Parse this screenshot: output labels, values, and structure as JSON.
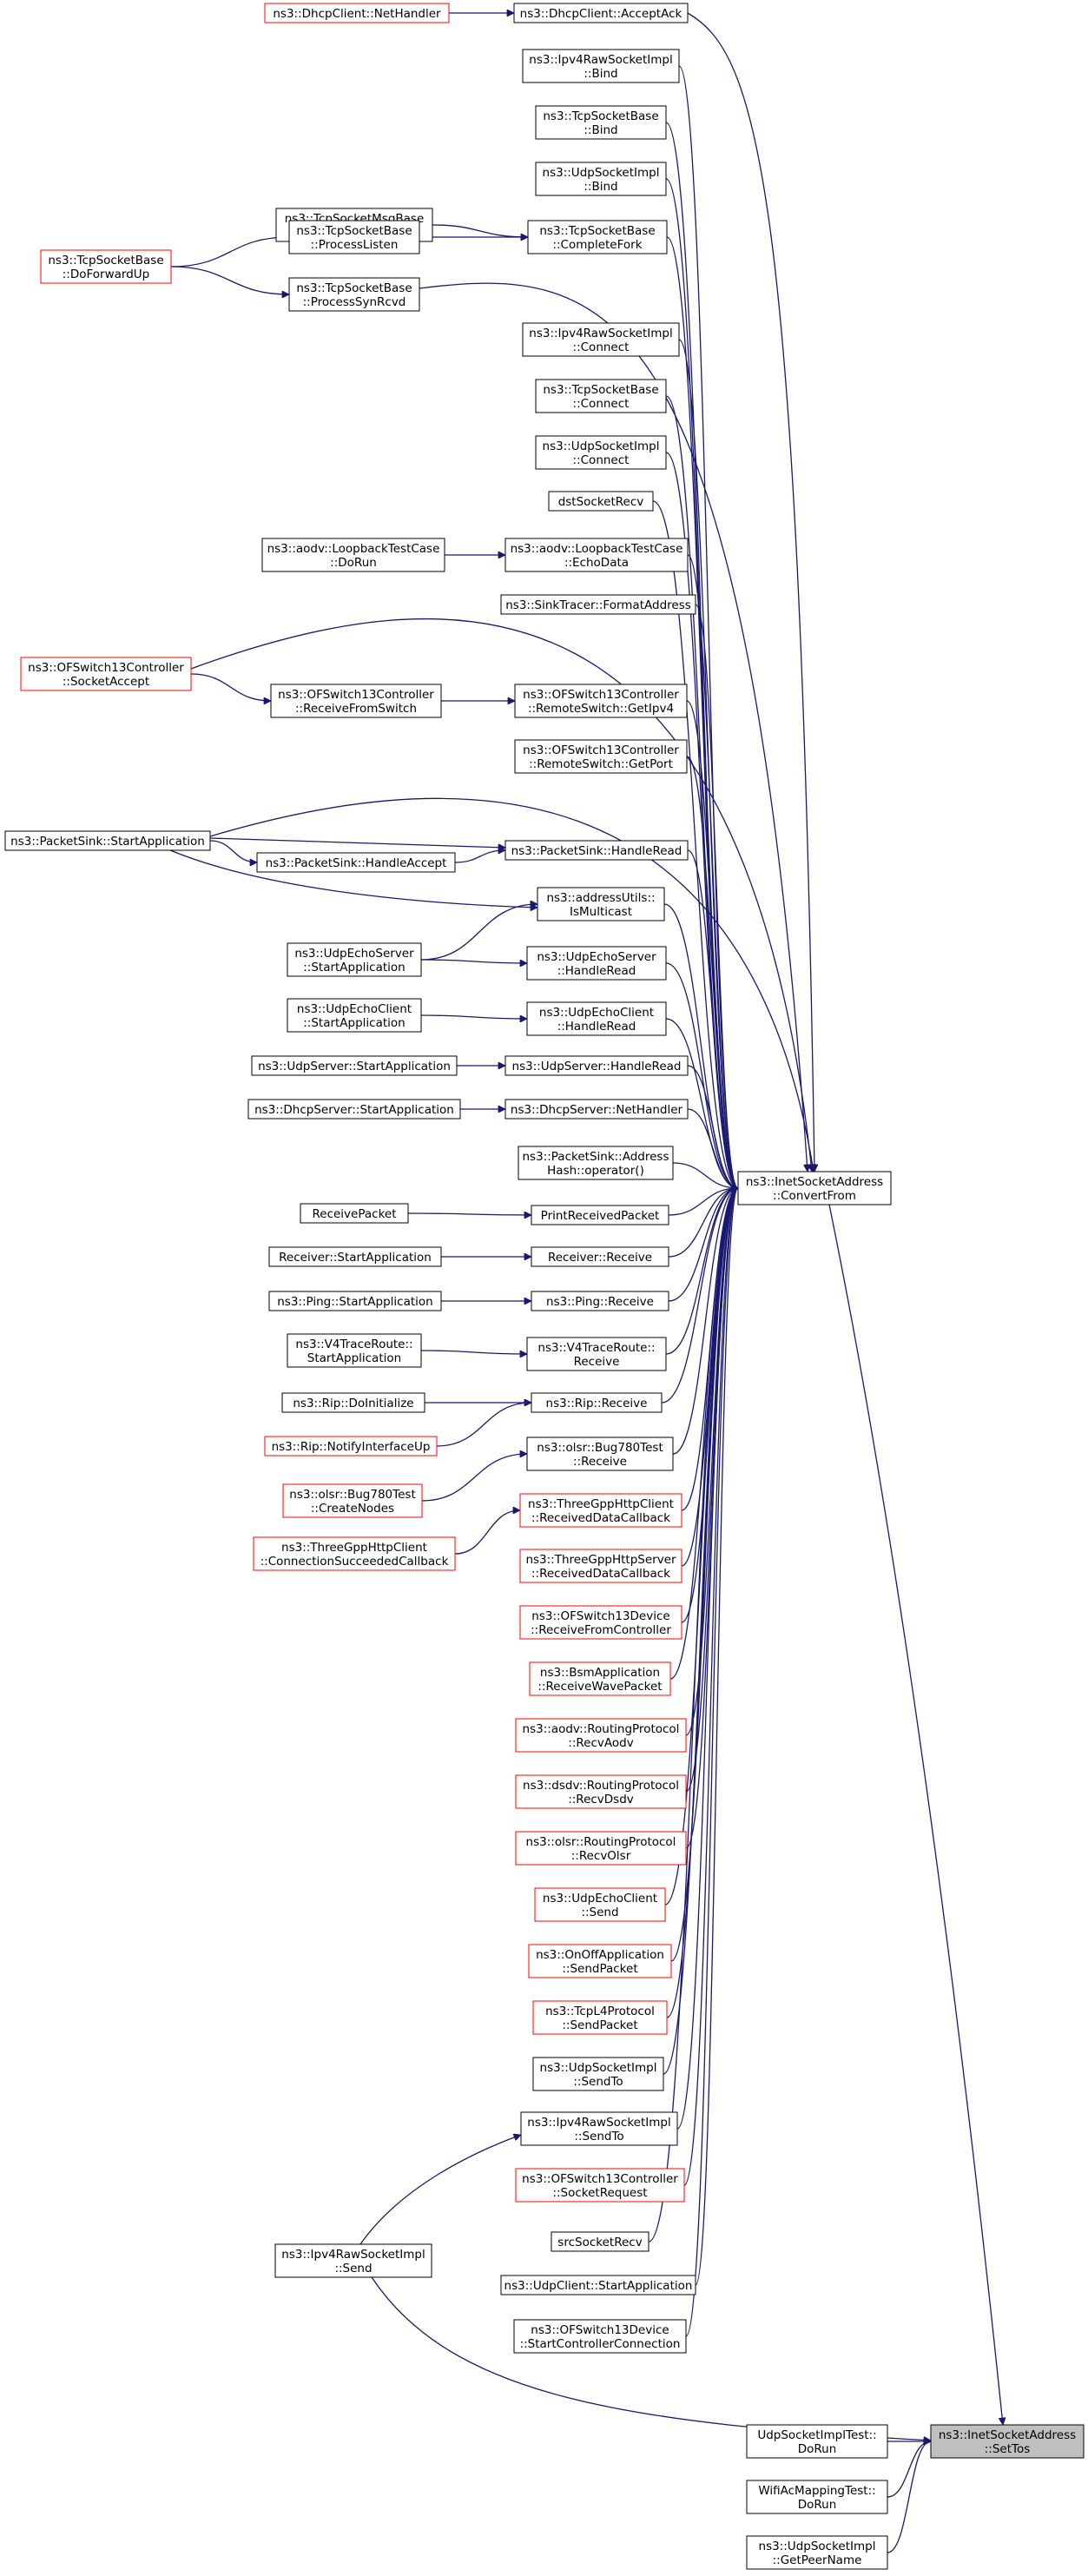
{
  "colors": {
    "edge": "#191970",
    "border": "#000000",
    "highlight_border": "#ff0000",
    "target_fill": "#bfbfbf"
  },
  "nodes": [
    {
      "id": "n1",
      "lines": [
        "ns3::DhcpClient::NetHandler"
      ],
      "style": "red"
    },
    {
      "id": "n2",
      "lines": [
        "ns3::DhcpClient::AcceptAck"
      ]
    },
    {
      "id": "n3",
      "lines": [
        "ns3::Ipv4RawSocketImpl",
        "::Bind"
      ]
    },
    {
      "id": "n4",
      "lines": [
        "ns3::TcpSocketBase",
        "::Bind"
      ]
    },
    {
      "id": "n5",
      "lines": [
        "ns3::UdpSocketImpl",
        "::Bind"
      ]
    },
    {
      "id": "n6",
      "lines": [
        "ns3::TcpSocketMsgBase",
        "::CompleteFork"
      ]
    },
    {
      "id": "n7",
      "lines": [
        "ns3::TcpSocketBase",
        "::ProcessListen"
      ]
    },
    {
      "id": "n8",
      "lines": [
        "ns3::TcpSocketBase",
        "::CompleteFork"
      ]
    },
    {
      "id": "n9",
      "lines": [
        "ns3::TcpSocketBase",
        "::DoForwardUp"
      ],
      "style": "red"
    },
    {
      "id": "n10",
      "lines": [
        "ns3::TcpSocketBase",
        "::ProcessSynRcvd"
      ]
    },
    {
      "id": "n11",
      "lines": [
        "ns3::Ipv4RawSocketImpl",
        "::Connect"
      ]
    },
    {
      "id": "n12",
      "lines": [
        "ns3::TcpSocketBase",
        "::Connect"
      ]
    },
    {
      "id": "n13",
      "lines": [
        "ns3::UdpSocketImpl",
        "::Connect"
      ]
    },
    {
      "id": "n14",
      "lines": [
        "dstSocketRecv"
      ]
    },
    {
      "id": "n15",
      "lines": [
        "ns3::aodv::LoopbackTestCase",
        "::DoRun"
      ]
    },
    {
      "id": "n16",
      "lines": [
        "ns3::aodv::LoopbackTestCase",
        "::EchoData"
      ]
    },
    {
      "id": "n17",
      "lines": [
        "ns3::SinkTracer::FormatAddress"
      ]
    },
    {
      "id": "n18",
      "lines": [
        "ns3::OFSwitch13Controller",
        "::SocketAccept"
      ],
      "style": "red"
    },
    {
      "id": "n19",
      "lines": [
        "ns3::OFSwitch13Controller",
        "::ReceiveFromSwitch"
      ]
    },
    {
      "id": "n20",
      "lines": [
        "ns3::OFSwitch13Controller",
        "::RemoteSwitch::GetIpv4"
      ]
    },
    {
      "id": "n21",
      "lines": [
        "ns3::OFSwitch13Controller",
        "::RemoteSwitch::GetPort"
      ]
    },
    {
      "id": "n22",
      "lines": [
        "ns3::PacketSink::StartApplication"
      ]
    },
    {
      "id": "n23",
      "lines": [
        "ns3::PacketSink::HandleAccept"
      ]
    },
    {
      "id": "n24",
      "lines": [
        "ns3::PacketSink::HandleRead"
      ]
    },
    {
      "id": "n25",
      "lines": [
        "ns3::addressUtils::",
        "IsMulticast"
      ]
    },
    {
      "id": "n26",
      "lines": [
        "ns3::UdpEchoServer",
        "::StartApplication"
      ]
    },
    {
      "id": "n27",
      "lines": [
        "ns3::UdpEchoServer",
        "::HandleRead"
      ]
    },
    {
      "id": "n28",
      "lines": [
        "ns3::UdpEchoClient",
        "::StartApplication"
      ]
    },
    {
      "id": "n29",
      "lines": [
        "ns3::UdpEchoClient",
        "::HandleRead"
      ]
    },
    {
      "id": "n30",
      "lines": [
        "ns3::UdpServer::StartApplication"
      ]
    },
    {
      "id": "n31",
      "lines": [
        "ns3::UdpServer::HandleRead"
      ]
    },
    {
      "id": "n32",
      "lines": [
        "ns3::DhcpServer::StartApplication"
      ]
    },
    {
      "id": "n33",
      "lines": [
        "ns3::DhcpServer::NetHandler"
      ]
    },
    {
      "id": "n34",
      "lines": [
        "ns3::PacketSink::Address",
        "Hash::operator()"
      ]
    },
    {
      "id": "n35",
      "lines": [
        "ns3::InetSocketAddress",
        "::ConvertFrom"
      ]
    },
    {
      "id": "n36",
      "lines": [
        "ReceivePacket"
      ]
    },
    {
      "id": "n37",
      "lines": [
        "PrintReceivedPacket"
      ]
    },
    {
      "id": "n38",
      "lines": [
        "Receiver::StartApplication"
      ]
    },
    {
      "id": "n39",
      "lines": [
        "Receiver::Receive"
      ]
    },
    {
      "id": "n40",
      "lines": [
        "ns3::Ping::StartApplication"
      ]
    },
    {
      "id": "n41",
      "lines": [
        "ns3::Ping::Receive"
      ]
    },
    {
      "id": "n42",
      "lines": [
        "ns3::V4TraceRoute::",
        "StartApplication"
      ]
    },
    {
      "id": "n43",
      "lines": [
        "ns3::V4TraceRoute::",
        "Receive"
      ]
    },
    {
      "id": "n44",
      "lines": [
        "ns3::Rip::DoInitialize"
      ]
    },
    {
      "id": "n45",
      "lines": [
        "ns3::Rip::Receive"
      ]
    },
    {
      "id": "n46",
      "lines": [
        "ns3::Rip::NotifyInterfaceUp"
      ],
      "style": "red"
    },
    {
      "id": "n47",
      "lines": [
        "ns3::olsr::Bug780Test",
        "::Receive"
      ]
    },
    {
      "id": "n48",
      "lines": [
        "ns3::olsr::Bug780Test",
        "::CreateNodes"
      ],
      "style": "red"
    },
    {
      "id": "n49",
      "lines": [
        "ns3::ThreeGppHttpClient",
        "::ReceivedDataCallback"
      ],
      "style": "red"
    },
    {
      "id": "n50",
      "lines": [
        "ns3::ThreeGppHttpClient",
        "::ConnectionSucceededCallback"
      ],
      "style": "red"
    },
    {
      "id": "n51",
      "lines": [
        "ns3::ThreeGppHttpServer",
        "::ReceivedDataCallback"
      ],
      "style": "red"
    },
    {
      "id": "n52",
      "lines": [
        "ns3::OFSwitch13Device",
        "::ReceiveFromController"
      ],
      "style": "red"
    },
    {
      "id": "n53",
      "lines": [
        "ns3::BsmApplication",
        "::ReceiveWavePacket"
      ],
      "style": "red"
    },
    {
      "id": "n54",
      "lines": [
        "ns3::aodv::RoutingProtocol",
        "::RecvAodv"
      ],
      "style": "red"
    },
    {
      "id": "n55",
      "lines": [
        "ns3::dsdv::RoutingProtocol",
        "::RecvDsdv"
      ],
      "style": "red"
    },
    {
      "id": "n56",
      "lines": [
        "ns3::olsr::RoutingProtocol",
        "::RecvOlsr"
      ],
      "style": "red"
    },
    {
      "id": "n57",
      "lines": [
        "ns3::UdpEchoClient",
        "::Send"
      ],
      "style": "red"
    },
    {
      "id": "n58",
      "lines": [
        "ns3::OnOffApplication",
        "::SendPacket"
      ],
      "style": "red"
    },
    {
      "id": "n59",
      "lines": [
        "ns3::TcpL4Protocol",
        "::SendPacket"
      ],
      "style": "red"
    },
    {
      "id": "n60",
      "lines": [
        "ns3::UdpSocketImpl",
        "::SendTo"
      ]
    },
    {
      "id": "n61",
      "lines": [
        "ns3::Ipv4RawSocketImpl",
        "::SendTo"
      ]
    },
    {
      "id": "n62",
      "lines": [
        "ns3::OFSwitch13Controller",
        "::SocketRequest"
      ],
      "style": "red"
    },
    {
      "id": "n63",
      "lines": [
        "srcSocketRecv"
      ]
    },
    {
      "id": "n64",
      "lines": [
        "ns3::Ipv4RawSocketImpl",
        "::Send"
      ]
    },
    {
      "id": "n65",
      "lines": [
        "ns3::UdpClient::StartApplication"
      ]
    },
    {
      "id": "n66",
      "lines": [
        "ns3::OFSwitch13Device",
        "::StartControllerConnection"
      ]
    },
    {
      "id": "n67",
      "lines": [
        "ns3::InetSocketAddress",
        "::SetTos"
      ],
      "style": "grey"
    },
    {
      "id": "n68",
      "lines": [
        "UdpSocketImplTest::",
        "DoRun"
      ]
    },
    {
      "id": "n69",
      "lines": [
        "WifiAcMappingTest::",
        "DoRun"
      ]
    },
    {
      "id": "n70",
      "lines": [
        "ns3::UdpSocketImpl",
        "::GetPeerName"
      ]
    }
  ],
  "edges": [
    [
      "n1",
      "n2"
    ],
    [
      "n2",
      "n35"
    ],
    [
      "n3",
      "n35"
    ],
    [
      "n4",
      "n35"
    ],
    [
      "n5",
      "n35"
    ],
    [
      "n6",
      "n8"
    ],
    [
      "n7",
      "n8"
    ],
    [
      "n8",
      "n35"
    ],
    [
      "n9",
      "n7"
    ],
    [
      "n9",
      "n10"
    ],
    [
      "n10",
      "n35"
    ],
    [
      "n11",
      "n35"
    ],
    [
      "n12",
      "n35"
    ],
    [
      "n13",
      "n35"
    ],
    [
      "n14",
      "n35"
    ],
    [
      "n15",
      "n16"
    ],
    [
      "n16",
      "n35"
    ],
    [
      "n17",
      "n35"
    ],
    [
      "n18",
      "n35"
    ],
    [
      "n18",
      "n19"
    ],
    [
      "n19",
      "n20"
    ],
    [
      "n20",
      "n35"
    ],
    [
      "n21",
      "n35"
    ],
    [
      "n22",
      "n35"
    ],
    [
      "n22",
      "n23"
    ],
    [
      "n22",
      "n24"
    ],
    [
      "n22",
      "n25"
    ],
    [
      "n23",
      "n24"
    ],
    [
      "n24",
      "n35"
    ],
    [
      "n25",
      "n35"
    ],
    [
      "n26",
      "n25"
    ],
    [
      "n26",
      "n27"
    ],
    [
      "n27",
      "n35"
    ],
    [
      "n28",
      "n29"
    ],
    [
      "n29",
      "n35"
    ],
    [
      "n30",
      "n31"
    ],
    [
      "n31",
      "n35"
    ],
    [
      "n32",
      "n33"
    ],
    [
      "n33",
      "n35"
    ],
    [
      "n34",
      "n35"
    ],
    [
      "n36",
      "n37"
    ],
    [
      "n37",
      "n35"
    ],
    [
      "n38",
      "n39"
    ],
    [
      "n39",
      "n35"
    ],
    [
      "n40",
      "n41"
    ],
    [
      "n41",
      "n35"
    ],
    [
      "n42",
      "n43"
    ],
    [
      "n43",
      "n35"
    ],
    [
      "n44",
      "n45"
    ],
    [
      "n46",
      "n45"
    ],
    [
      "n45",
      "n35"
    ],
    [
      "n48",
      "n47"
    ],
    [
      "n47",
      "n35"
    ],
    [
      "n50",
      "n49"
    ],
    [
      "n49",
      "n35"
    ],
    [
      "n51",
      "n35"
    ],
    [
      "n52",
      "n35"
    ],
    [
      "n53",
      "n35"
    ],
    [
      "n54",
      "n35"
    ],
    [
      "n55",
      "n35"
    ],
    [
      "n56",
      "n35"
    ],
    [
      "n57",
      "n35"
    ],
    [
      "n58",
      "n35"
    ],
    [
      "n59",
      "n35"
    ],
    [
      "n60",
      "n35"
    ],
    [
      "n64",
      "n61"
    ],
    [
      "n61",
      "n35"
    ],
    [
      "n62",
      "n35"
    ],
    [
      "n63",
      "n35"
    ],
    [
      "n65",
      "n35"
    ],
    [
      "n66",
      "n35"
    ],
    [
      "n35",
      "n67"
    ],
    [
      "n64",
      "n67"
    ],
    [
      "n68",
      "n67"
    ],
    [
      "n69",
      "n67"
    ],
    [
      "n70",
      "n67"
    ]
  ]
}
